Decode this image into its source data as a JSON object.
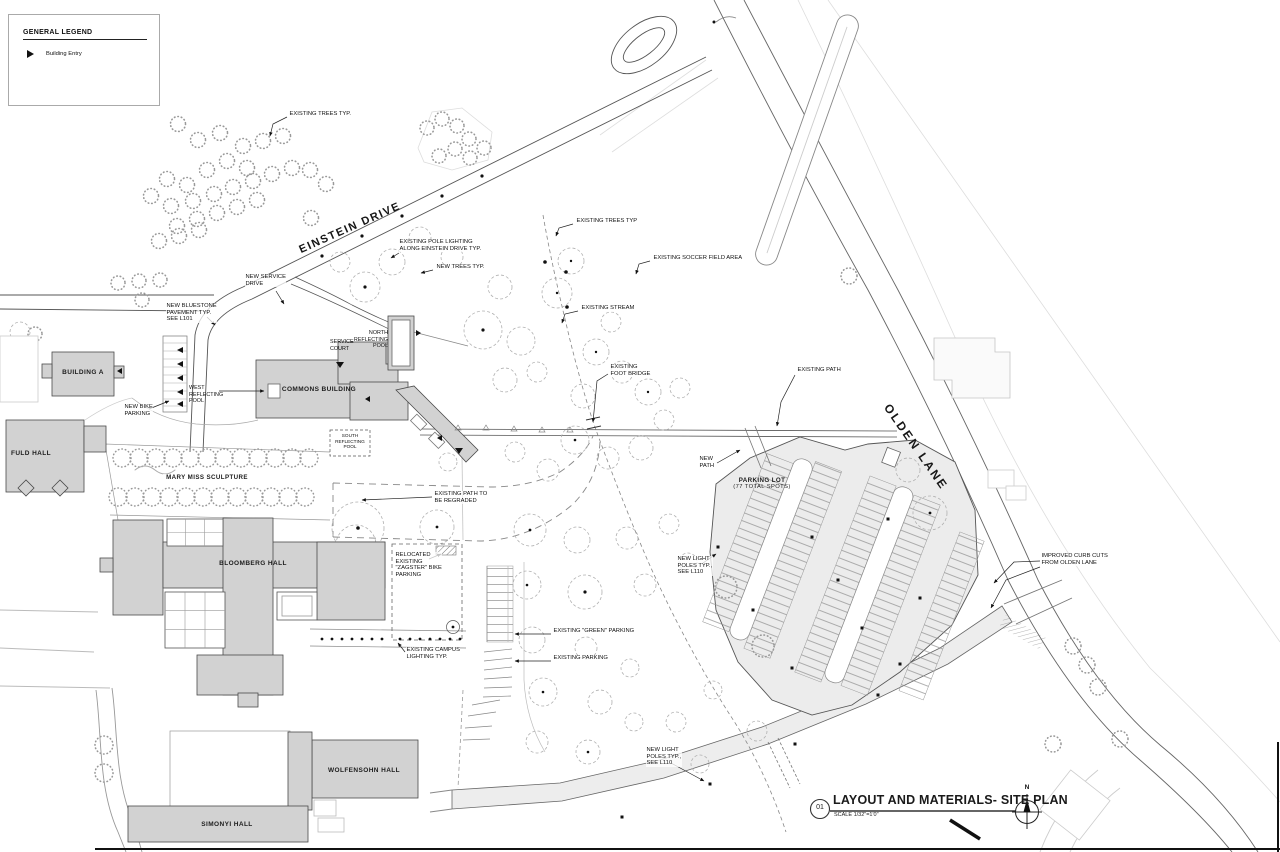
{
  "legend": {
    "title": "GENERAL LEGEND",
    "items": [
      {
        "icon": "building-entry-arrow-icon",
        "label": "Building Entry"
      }
    ]
  },
  "streets": {
    "einstein": "EINSTEIN DRIVE",
    "olden": "OLDEN LANE"
  },
  "buildings": {
    "building_a": "BUILDING A",
    "fuld": "FULD HALL",
    "commons": "COMMONS BUILDING",
    "bloomberg": "BLOOMBERG HALL",
    "wolfensohn": "WOLFENSOHN HALL",
    "simonyi": "SIMONYI HALL"
  },
  "site": {
    "mary_miss": "MARY MISS SCULPTURE",
    "parking_title": "PARKING LOT",
    "parking_sub": "(77 TOTAL SPOTS)"
  },
  "ann": {
    "trees_nw": [
      "EXISTING TREES TYP."
    ],
    "pole_lighting": [
      "EXISTING POLE LIGHTING",
      "ALONG EINSTEIN DRIVE TYP."
    ],
    "new_trees": [
      "NEW TREES TYP."
    ],
    "trees_ne": [
      "EXISTING TREES TYP"
    ],
    "soccer": [
      "EXISTING SOCCER FIELD AREA"
    ],
    "stream": [
      "EXISTING STREAM"
    ],
    "service_drive": [
      "NEW SERVICE",
      "DRIVE"
    ],
    "bluestone": [
      "NEW BLUESTONE",
      "PAVEMENT TYP.",
      "SEE L101"
    ],
    "service_court": [
      "SERVICE",
      "COURT"
    ],
    "north_pool": [
      "NORTH",
      "REFLECTING",
      "POOL"
    ],
    "west_pool": [
      "WEST",
      "REFLECTING",
      "POOL"
    ],
    "south_pool": [
      "SOUTH",
      "REFLECTING",
      "POOL"
    ],
    "bike_parking": [
      "NEW BIKE",
      "PARKING"
    ],
    "regraded": [
      "EXISTING PATH TO",
      "BE REGRADED"
    ],
    "foot_bridge": [
      "EXISTING",
      "FOOT BRIDGE"
    ],
    "existing_path": [
      "EXISTING PATH"
    ],
    "new_path": [
      "NEW",
      "PATH"
    ],
    "light_poles_lot": [
      "NEW LIGHT",
      "POLES TYP.,",
      "SEE L110"
    ],
    "green_parking": [
      "EXISTING \"GREEN\" PARKING"
    ],
    "existing_parking": [
      "EXISTING PARKING"
    ],
    "campus_lighting": [
      "EXISTING CAMPUS",
      "LIGHTING TYP."
    ],
    "zagster": [
      "RELOCATED",
      "EXISTING",
      "\"ZAGSTER\" BIKE",
      "PARKING"
    ],
    "light_poles_road": [
      "NEW LIGHT",
      "POLES TYP.,",
      "SEE L110"
    ],
    "curb_cuts": [
      "IMPROVED CURB CUTS",
      "FROM OLDEN LANE"
    ]
  },
  "titleblock": {
    "number": "01",
    "title": "LAYOUT AND MATERIALS- SITE PLAN",
    "scale": "SCALE 1/32\"=1'0\"",
    "north_label": "N"
  },
  "colors": {
    "building_fill": "#d2d2d2",
    "road_fill": "#ededed",
    "parking_fill": "#ececec",
    "linework": "#333333",
    "tree_dash": "#aaaaaa"
  }
}
